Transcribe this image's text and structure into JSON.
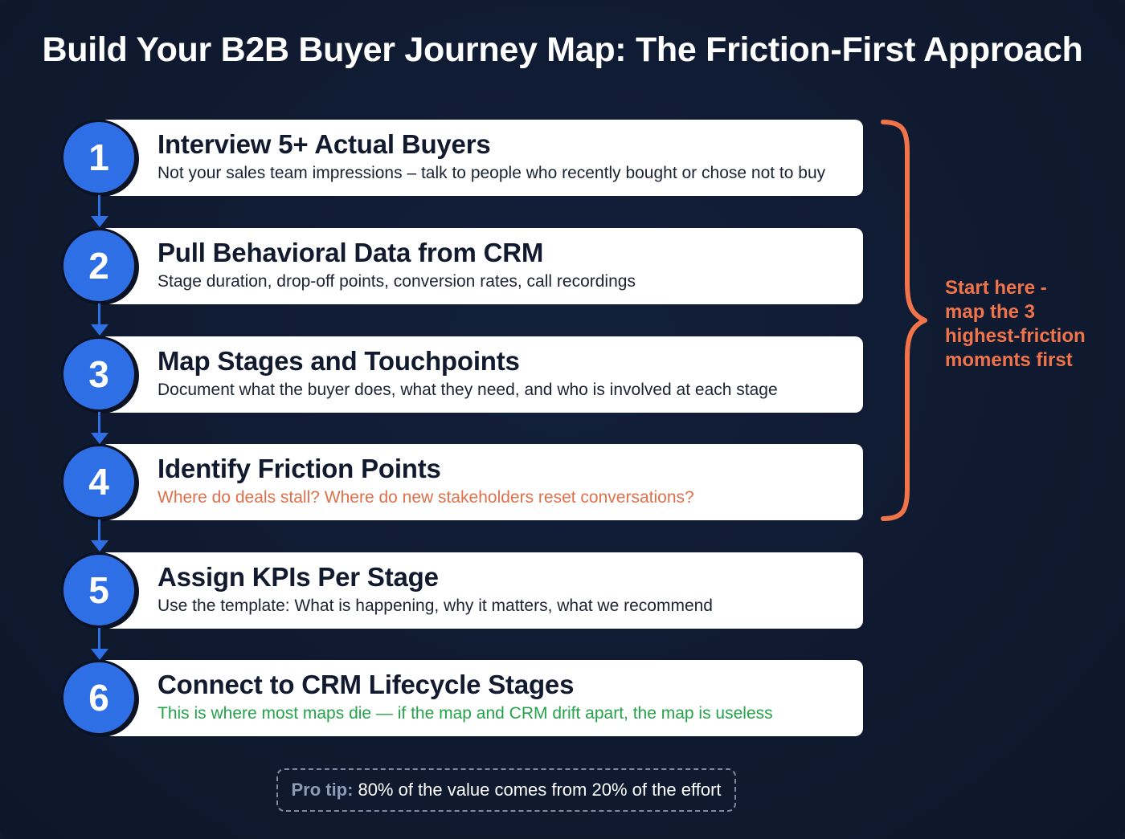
{
  "title": "Build Your B2B Buyer Journey Map: The Friction-First Approach",
  "colors": {
    "background": "#0f1a2f",
    "step_circle": "#2f6fe6",
    "card": "#ffffff",
    "accent_orange": "#f0734a",
    "accent_green": "#24a34a",
    "tip_border": "#7d8aa4"
  },
  "steps": [
    {
      "number": "1",
      "title": "Interview 5+ Actual Buyers",
      "description": "Not your sales team impressions – talk to people who recently bought or chose not to buy",
      "description_color": "default"
    },
    {
      "number": "2",
      "title": "Pull Behavioral Data from CRM",
      "description": "Stage duration, drop-off points, conversion rates, call recordings",
      "description_color": "default"
    },
    {
      "number": "3",
      "title": "Map Stages and Touchpoints",
      "description": "Document what the buyer does, what they need, and who is involved at each stage",
      "description_color": "default"
    },
    {
      "number": "4",
      "title": "Identify Friction Points",
      "description": "Where do deals stall? Where do new stakeholders reset conversations?",
      "description_color": "orange"
    },
    {
      "number": "5",
      "title": "Assign KPIs Per Stage",
      "description": "Use the template: What is happening, why it matters, what we recommend",
      "description_color": "default"
    },
    {
      "number": "6",
      "title": "Connect to CRM Lifecycle Stages",
      "description": "This is where most maps die — if the map and CRM drift apart, the map is useless",
      "description_color": "green"
    }
  ],
  "brace_annotation": {
    "spans_steps": [
      1,
      4
    ],
    "text": "Start here -\nmap the 3\nhighest-friction\nmoments first"
  },
  "pro_tip": {
    "label": "Pro tip:",
    "text": "80% of the value comes from 20% of the effort"
  }
}
